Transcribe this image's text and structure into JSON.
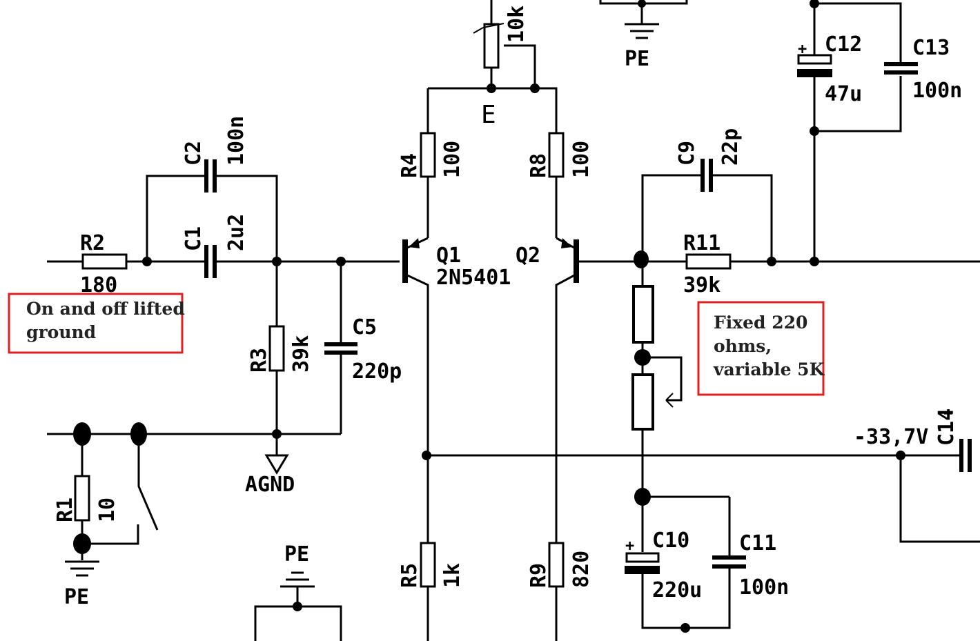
{
  "components": {
    "r2": {
      "ref": "R2",
      "value": "180"
    },
    "c2": {
      "ref": "C2",
      "value": "100n"
    },
    "c1": {
      "ref": "C1",
      "value": "2u2"
    },
    "r3": {
      "ref": "R3",
      "value": "39k"
    },
    "c5": {
      "ref": "C5",
      "value": "220p"
    },
    "r1": {
      "ref": "R1",
      "value": "10"
    },
    "r4": {
      "ref": "R4",
      "value": "100"
    },
    "r8": {
      "ref": "R8",
      "value": "100"
    },
    "pot_top": {
      "value": "10k"
    },
    "q1": {
      "ref": "Q1",
      "value": "2N5401"
    },
    "q2": {
      "ref": "Q2"
    },
    "r5": {
      "ref": "R5",
      "value": "1k"
    },
    "r9": {
      "ref": "R9",
      "value": "820"
    },
    "c9": {
      "ref": "C9",
      "value": "22p"
    },
    "r11": {
      "ref": "R11",
      "value": "39k"
    },
    "c12": {
      "ref": "C12",
      "value": "47u"
    },
    "c13": {
      "ref": "C13",
      "value": "100n"
    },
    "c10": {
      "ref": "C10",
      "value": "220u"
    },
    "c11": {
      "ref": "C11",
      "value": "100n"
    },
    "c14": {
      "ref": "C14"
    }
  },
  "nets": {
    "emitter": "E",
    "agnd": "AGND",
    "pe": "PE",
    "neg_rail": "-33,7V"
  },
  "polarity": "+",
  "notes": {
    "lifted_ground": [
      "On and off lifted",
      "ground"
    ],
    "fixed_variable": [
      "Fixed 220",
      "ohms,",
      "variable 5K"
    ]
  },
  "colors": {
    "wire": "#000000",
    "note_border": "#e02020",
    "background": "#ffffff"
  }
}
